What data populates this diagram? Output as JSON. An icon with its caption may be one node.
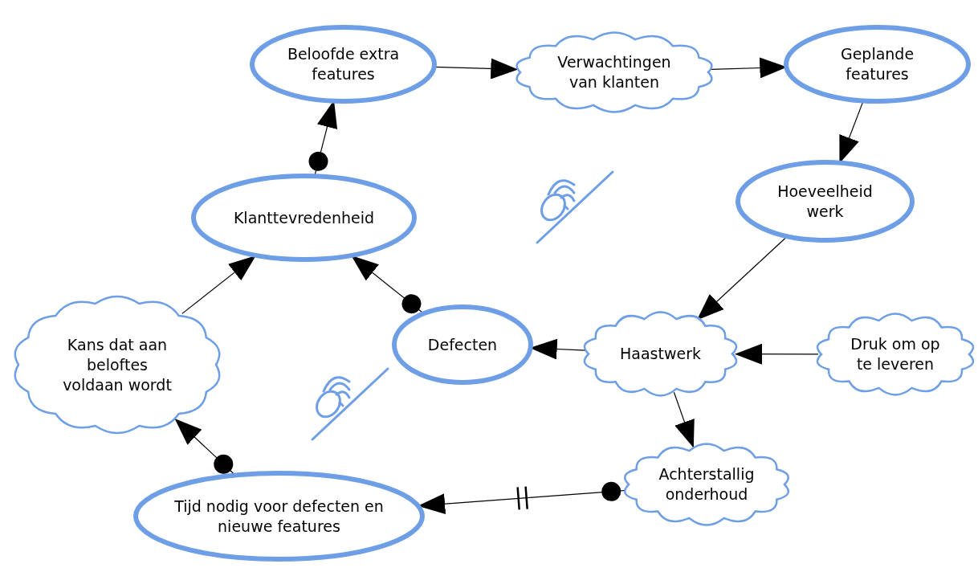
{
  "diagram": {
    "nodes": [
      {
        "text": [
          "Beloofde extra features"
        ]
      },
      {
        "text": [
          "Verwachtingen van klanten"
        ]
      },
      {
        "text": [
          "Geplande features"
        ]
      },
      {
        "text": [
          "Hoeveelheid werk"
        ]
      },
      {
        "text": [
          "Klanttevredenheid"
        ]
      },
      {
        "text": [
          "Kans dat aan beloftes voldaan wordt"
        ]
      },
      {
        "text": [
          "Defecten"
        ]
      },
      {
        "text": [
          "Haastwerk"
        ]
      },
      {
        "text": [
          "Druk om op te leveren"
        ]
      },
      {
        "text": [
          "Achterstallig onderhoud"
        ]
      },
      {
        "text": [
          "Tijd nodig voor defecten en nieuwe features"
        ]
      }
    ],
    "edges": [
      {
        "from": 0,
        "to": 1,
        "arrow": "to"
      },
      {
        "from": 1,
        "to": 2,
        "arrow": "to"
      },
      {
        "from": 2,
        "to": 3,
        "arrow": "to"
      },
      {
        "from": 3,
        "to": 7,
        "arrow": "to"
      },
      {
        "from": 8,
        "to": 7,
        "arrow": "to"
      },
      {
        "from": 7,
        "to": 6,
        "arrow": "to"
      },
      {
        "from": 7,
        "to": 9,
        "arrow": "to"
      },
      {
        "from": 6,
        "to": 4,
        "arrow": "to"
      },
      {
        "from": 9,
        "to": 10,
        "arrow": "to"
      },
      {
        "from": 10,
        "to": 5,
        "arrow": "to"
      },
      {
        "from": 5,
        "to": 4,
        "arrow": "to"
      },
      {
        "from": 4,
        "to": 0,
        "arrow": "to"
      }
    ]
  }
}
